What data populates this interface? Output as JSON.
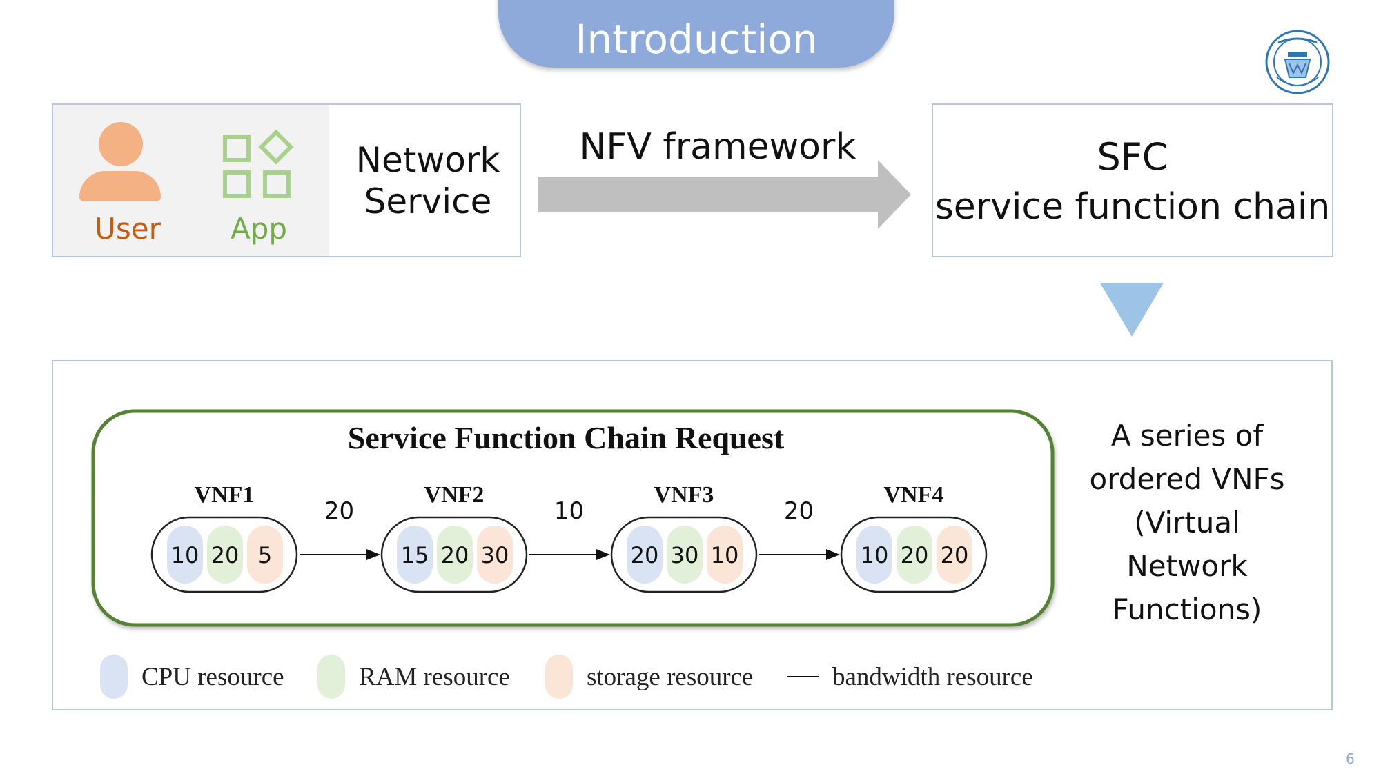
{
  "slide": {
    "title": "Introduction",
    "page_number": "6"
  },
  "network_service": {
    "user_label": "User",
    "app_label": "App",
    "label_line1": "Network",
    "label_line2": "Service"
  },
  "arrow_label": "NFV framework",
  "sfc": {
    "title": "SFC",
    "subtitle": "service function chain"
  },
  "chain": {
    "title": "Service Function Chain Request",
    "vnfs": [
      {
        "name": "VNF1",
        "cpu": "10",
        "ram": "20",
        "storage": "5"
      },
      {
        "name": "VNF2",
        "cpu": "15",
        "ram": "20",
        "storage": "30"
      },
      {
        "name": "VNF3",
        "cpu": "20",
        "ram": "30",
        "storage": "10"
      },
      {
        "name": "VNF4",
        "cpu": "10",
        "ram": "20",
        "storage": "20"
      }
    ],
    "bandwidths": [
      "20",
      "10",
      "20"
    ]
  },
  "description": {
    "line1": "A series of",
    "line2": "ordered VNFs",
    "line3": "(Virtual",
    "line4": "Network",
    "line5": "Functions)"
  },
  "legend": {
    "cpu": "CPU resource",
    "ram": "RAM resource",
    "storage": "storage resource",
    "bandwidth": "bandwidth resource"
  },
  "colors": {
    "title_bg": "#8eaadb",
    "cpu": "#dae3f3",
    "ram": "#e2f0d9",
    "storage": "#fbe5d6",
    "chain_border": "#548235",
    "user_icon": "#f4b183",
    "user_text": "#c55a11",
    "app_icon": "#a9d18e",
    "app_text": "#70ad47",
    "arrow": "#bfbfbf",
    "down_arrow": "#9dc3e6"
  }
}
